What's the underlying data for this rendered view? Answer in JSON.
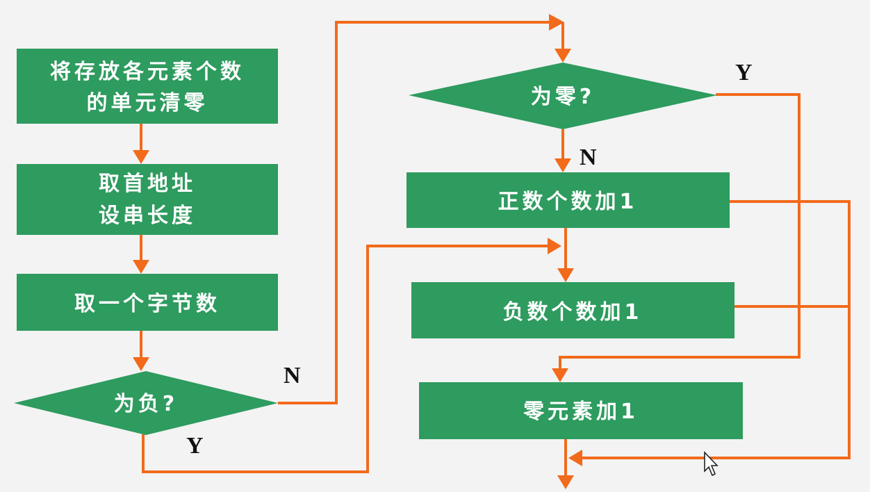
{
  "diagram": {
    "colors": {
      "node_fill": "#2e9b5f",
      "node_text": "#ffffff",
      "arrow": "#f26a1b",
      "branch_label": "#111111",
      "background": "#f3f3f3"
    },
    "nodes": {
      "clear_counters": {
        "line1": "将存放各元素个数",
        "line2": "的单元清零"
      },
      "get_address": {
        "line1": "取首地址",
        "line2": "设串长度"
      },
      "get_byte": {
        "label": "取一个字节数"
      },
      "is_negative": {
        "label": "为负?"
      },
      "is_zero": {
        "label": "为零?"
      },
      "positive_inc": {
        "label": "正数个数加1"
      },
      "negative_inc": {
        "label": "负数个数加1"
      },
      "zero_inc": {
        "label": "零元素加1"
      }
    },
    "branch_labels": {
      "negative_no": "N",
      "negative_yes": "Y",
      "zero_yes": "Y",
      "zero_no": "N"
    },
    "icons": {
      "cursor": "mouse-pointer-icon"
    }
  }
}
